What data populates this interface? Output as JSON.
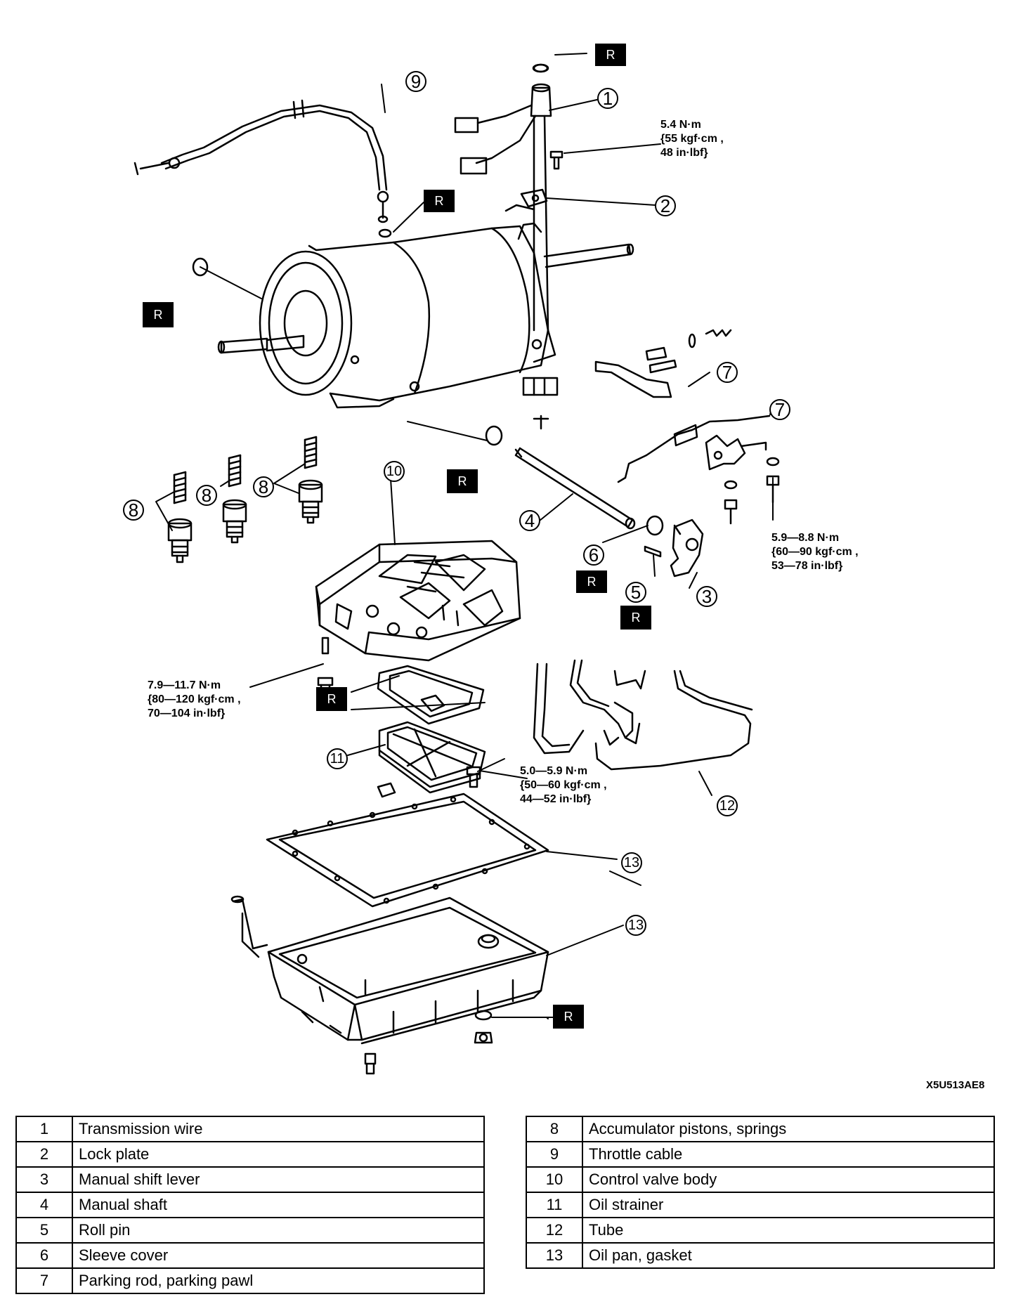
{
  "callouts": [
    "1",
    "2",
    "3",
    "4",
    "5",
    "6",
    "7",
    "8",
    "9",
    "10",
    "11",
    "12",
    "13"
  ],
  "replace_mark": "R",
  "torque_specs": [
    [
      "5.4 N·m",
      "{55 kgf·cm ,",
      "48 in·lbf}"
    ],
    [
      "5.9—8.8 N·m",
      "{60—90 kgf·cm ,",
      "53—78 in·lbf}"
    ],
    [
      "7.9—11.7 N·m",
      "{80—120 kgf·cm ,",
      "70—104 in·lbf}"
    ],
    [
      "5.0—5.9 N·m",
      "{50—60 kgf·cm ,",
      "44—52 in·lbf}"
    ]
  ],
  "figure_code": "X5U513AE8",
  "legend": {
    "left": [
      {
        "num": "1",
        "name": "Transmission wire"
      },
      {
        "num": "2",
        "name": "Lock plate"
      },
      {
        "num": "3",
        "name": "Manual shift lever"
      },
      {
        "num": "4",
        "name": "Manual shaft"
      },
      {
        "num": "5",
        "name": "Roll pin"
      },
      {
        "num": "6",
        "name": "Sleeve cover"
      },
      {
        "num": "7",
        "name": "Parking rod, parking pawl"
      }
    ],
    "right": [
      {
        "num": "8",
        "name": "Accumulator pistons, springs"
      },
      {
        "num": "9",
        "name": "Throttle cable"
      },
      {
        "num": "10",
        "name": "Control valve body"
      },
      {
        "num": "11",
        "name": "Oil strainer"
      },
      {
        "num": "12",
        "name": "Tube"
      },
      {
        "num": "13",
        "name": "Oil pan, gasket"
      }
    ]
  }
}
